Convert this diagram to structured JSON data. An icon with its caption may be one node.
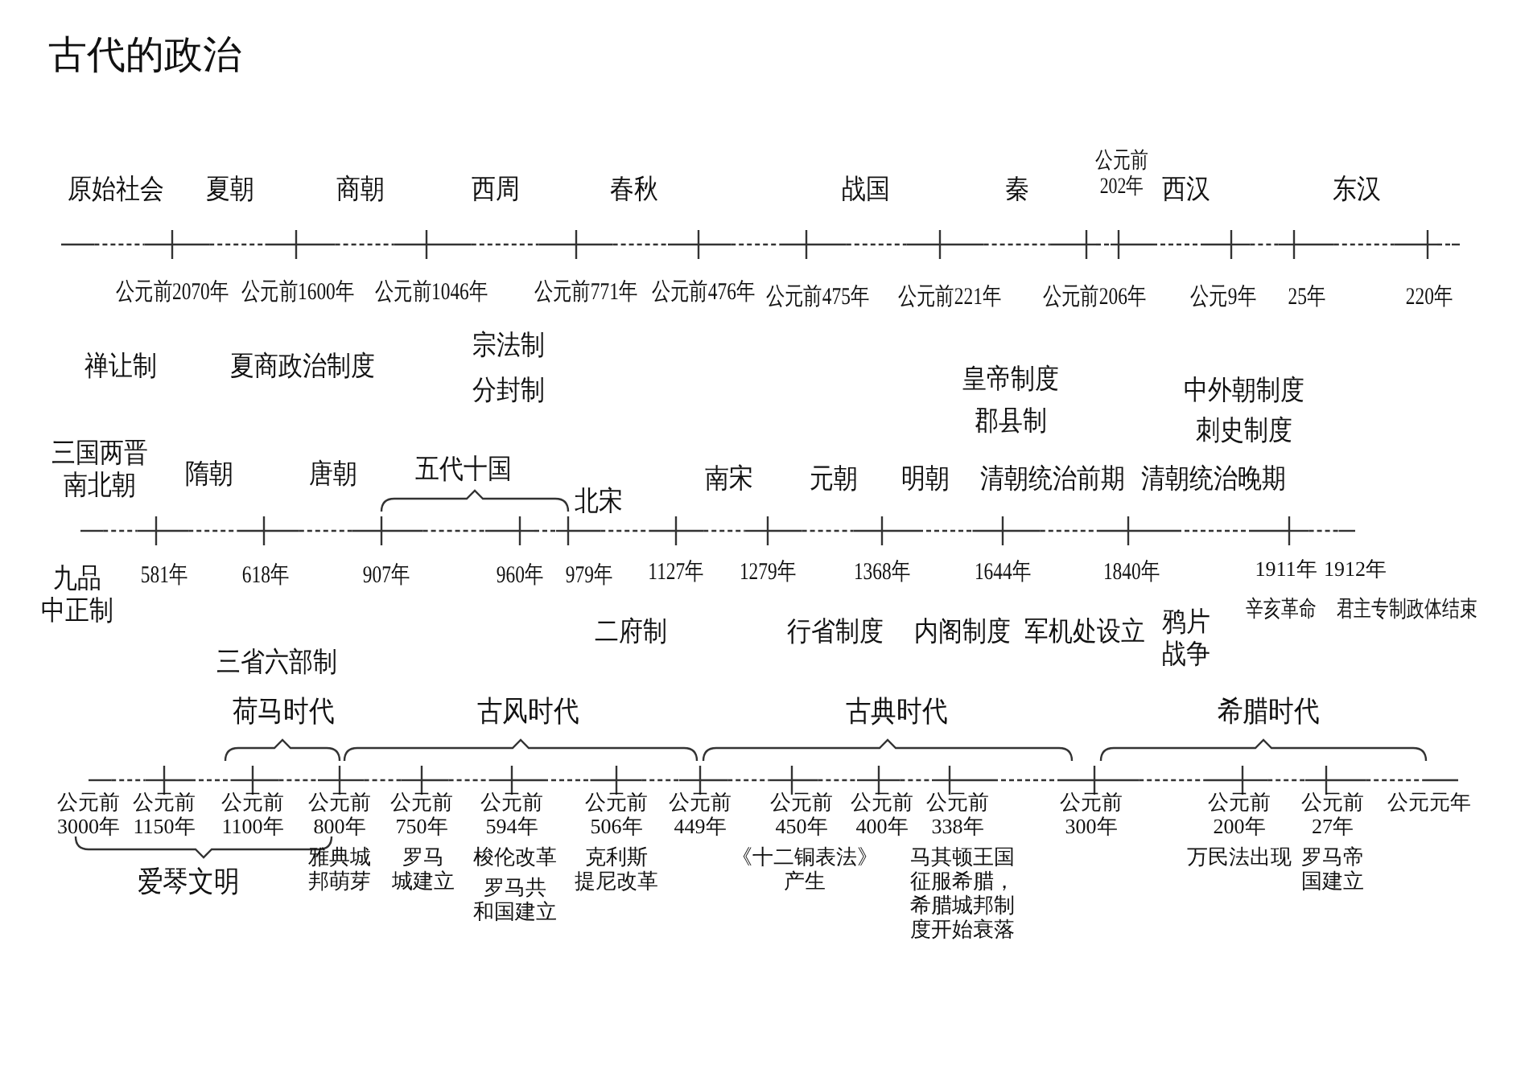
{
  "diagram": {
    "title": "古代的政治",
    "labels": [
      "原始社会",
      "夏朝",
      "商朝",
      "西周",
      "春秋",
      "战国",
      "秦",
      "公元前202年",
      "西汉",
      "东汉",
      "公元前2070年",
      "公元前1600年",
      "公元前1046年",
      "公元前771年",
      "公元前476年",
      "公元前475年",
      "公元前221年",
      "公元前206年",
      "公元9年",
      "25年",
      "220年",
      "禅让制",
      "夏商政治制度",
      "宗法制",
      "分封制",
      "皇帝制度",
      "郡县制",
      "中外朝制度",
      "刺史制度",
      "三国两晋南北朝",
      "隋朝",
      "唐朝",
      "五代十国",
      "北宋",
      "南宋",
      "元朝",
      "明朝",
      "清朝统治前期",
      "清朝统治晚期",
      "九品中正制",
      "581年",
      "618年",
      "907年",
      "960年",
      "979年",
      "1127年",
      "1279年",
      "1368年",
      "1644年",
      "1840年",
      "1911年",
      "1912年",
      "二府制",
      "行省制度",
      "内阁制度",
      "军机处设立",
      "鸦片战争",
      "辛亥革命",
      "君主专制政体结束",
      "三省六部制",
      "荷马时代",
      "古风时代",
      "古典时代",
      "希腊时代",
      "公元前3000年",
      "公元前1150年",
      "公元前1100年",
      "公元前800年",
      "公元前750年",
      "公元前594年",
      "公元前506年",
      "公元前449年",
      "公元前450年",
      "公元前400年",
      "公元前338年",
      "公元前300年",
      "公元前200年",
      "公元前27年",
      "公元元年",
      "雅典城邦萌芽",
      "罗马城建立",
      "梭伦改革",
      "罗马共和国建立",
      "克利斯提尼改革",
      "《十二铜表法》产生",
      "马其顿王国征服希腊，希腊城邦制度开始衰落",
      "万民法出现",
      "罗马帝国建立",
      "爱琴文明"
    ]
  }
}
